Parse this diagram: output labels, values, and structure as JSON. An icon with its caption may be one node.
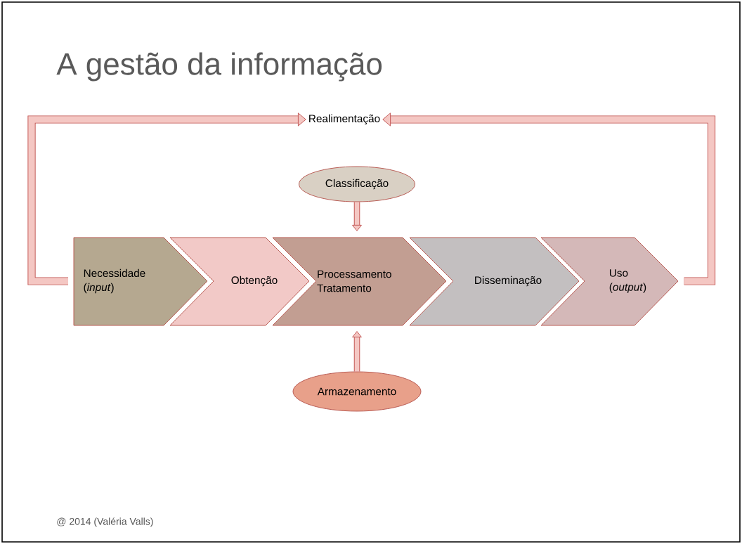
{
  "diagram": {
    "title": "A gestão da informação",
    "nodes": [
      {
        "text": [
          "Necessidade (*input*)"
        ]
      },
      {
        "text": [
          "Obtenção"
        ]
      },
      {
        "text": [
          "Processamento Tratamento"
        ]
      },
      {
        "text": [
          "Disseminação"
        ]
      },
      {
        "text": [
          "Uso (*output*)"
        ]
      },
      {
        "text": [
          "Classificação"
        ]
      },
      {
        "text": [
          "Armazenamento"
        ]
      },
      {
        "text": [
          "Realimentação"
        ]
      }
    ],
    "edges": [
      {
        "from": 5,
        "to": 2,
        "arrow": "to"
      },
      {
        "from": 6,
        "to": 2,
        "arrow": "to"
      },
      {
        "from": 0,
        "to": 7,
        "arrow": "to"
      },
      {
        "from": 4,
        "to": 7,
        "arrow": "to"
      }
    ],
    "labels": [
      "@ 2014 (Valéria Valls)"
    ]
  }
}
